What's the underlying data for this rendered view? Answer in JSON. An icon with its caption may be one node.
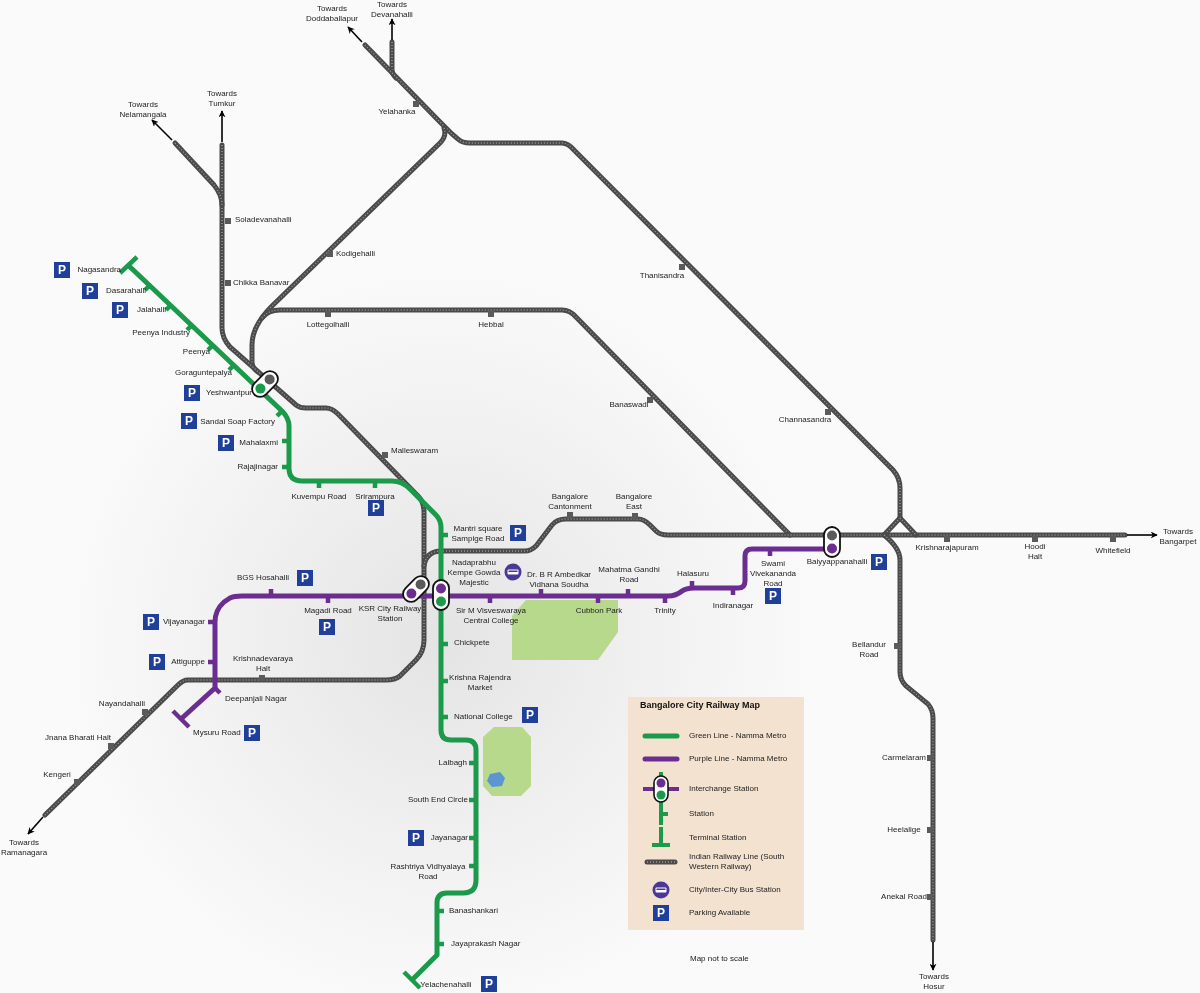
{
  "diagram": {
    "title": "Bangalore City Railway Map",
    "caption": "Map not to scale",
    "labels": [
      "Towards Doddaballapur",
      "Towards Devanahalli",
      "Towards Nelamangala",
      "Towards Tumkur",
      "Yelahanka",
      "Soladevanahalli",
      "Kodigehalli",
      "P",
      "Nagasandra",
      "Thanisandra",
      "Chikka Banavar",
      "P",
      "Dasarahalli",
      "P",
      "Jalahalli",
      "Lottegolhalli",
      "Hebbal",
      "Peenya Industry",
      "Peenya",
      "Goraguntepalya",
      "P",
      "Yeshwantpur",
      "Banaswadi",
      "Channasandra",
      "P",
      "Sandal Soap Factory",
      "P",
      "Mahalaxmi",
      "Malleswaram",
      "Rajajinagar",
      "Kuvempu Road",
      "Srirampura",
      "Bangalore Cantonment",
      "Bangalore East",
      "P",
      "Mantri square Sampige Road",
      "P",
      "Krishnarajapuram",
      "Hoodi Halt",
      "Whitefield",
      "Baiyyappanahalli",
      "P",
      "Nadaprabhu Kempe Gowda Majestic",
      "Dr. B R Ambedkar Vidhana Soudha",
      "Mahatma Gandhi Road",
      "Halasuru",
      "Swami Vivekananda Road",
      "BGS Hosahalli",
      "P",
      "P",
      "Indiranagar",
      "Magadi Road",
      "KSR City Railway Station",
      "Sir M Visveswaraya Central College",
      "Cubbon Park",
      "Trinity",
      "P",
      "Vijayanagar",
      "P",
      "Chickpete",
      "Bellandur Road",
      "Krishnadevaraya Halt",
      "P",
      "Attiguppe",
      "Krishna Rajendra Market",
      "Deepanjali Nagar",
      "Nayandahalli",
      "National College",
      "P",
      "Mysuru Road",
      "P",
      "Jnana Bharati Halt",
      "Carmelaram",
      "Lalbagh",
      "Kengeri",
      "South End Circle",
      "Heelalige",
      "P",
      "Jayanagar",
      "Rashtriya Vidhyalaya Road",
      "Anekal Road",
      "Banashankari",
      "Jayaprakash Nagar",
      "Yelachenahalli",
      "P",
      "P",
      "Towards Bangarpet",
      "Towards Ramanagara",
      "Towards Hosur"
    ],
    "legend": [
      {
        "text": "Green Line - Namma Metro",
        "color": "#1a9a4a"
      },
      {
        "text": "Purple Line - Namma Metro",
        "color": "#6b2d90"
      },
      {
        "text": "Interchange Station"
      },
      {
        "text": "Station"
      },
      {
        "text": "Terminal Station"
      },
      {
        "text": "Indian Railway Line (South Western Railway)"
      },
      {
        "text": "City/Inter-City Bus Station"
      },
      {
        "text": "Parking Available"
      }
    ]
  }
}
